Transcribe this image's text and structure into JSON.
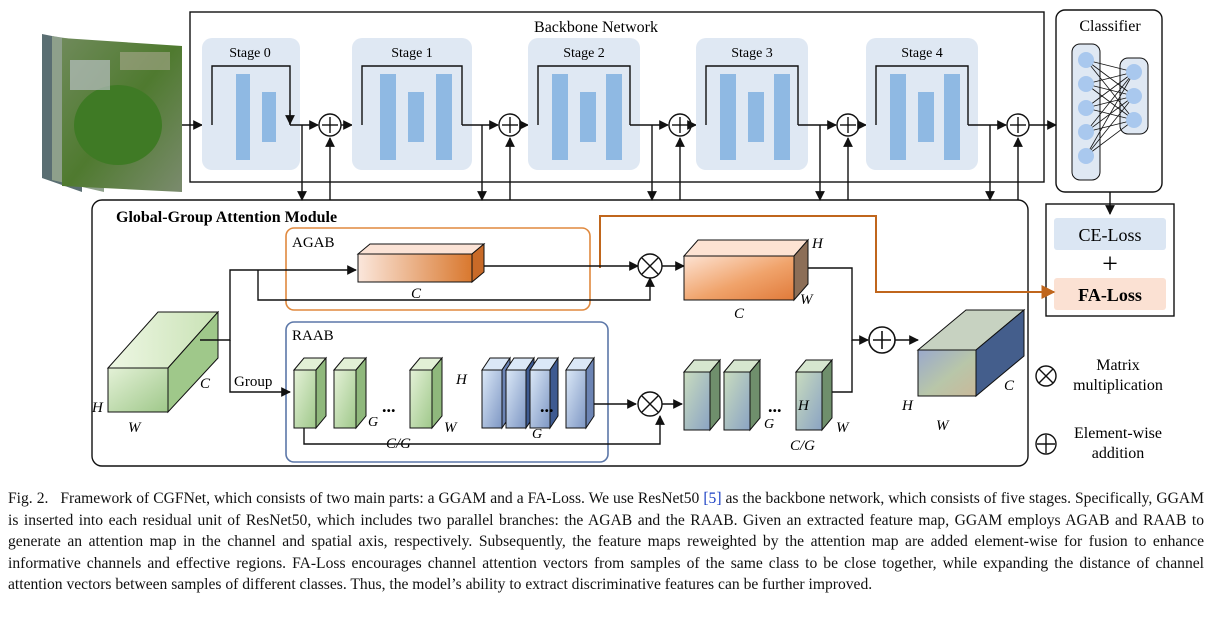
{
  "figure": {
    "backbone_title": "Backbone Network",
    "stages": [
      "Stage 0",
      "Stage 1",
      "Stage 2",
      "Stage 3",
      "Stage 4"
    ],
    "classifier_title": "Classifier",
    "ce_loss": "CE-Loss",
    "plus": "+",
    "fa_loss": "FA-Loss",
    "ggam_title": "Global-Group Attention Module",
    "agab": "AGAB",
    "raab": "RAAB",
    "group": "Group",
    "dim_c": "C",
    "dim_h": "H",
    "dim_w": "W",
    "dim_g": "G",
    "dim_cg": "C/G",
    "dots": "...",
    "legend_matrix_line1": "Matrix",
    "legend_matrix_line2": "multiplication",
    "legend_element_line1": "Element-wise",
    "legend_element_line2": "addition",
    "colors": {
      "stage_bg": "#dfe8f3",
      "stage_bar": "#8fb9e3",
      "agab_border": "#e0893e",
      "raab_border": "#5c77a8",
      "fa_arrow": "#c0661c",
      "ce_bg": "#dbe6f3",
      "fa_bg": "#fbe1d3",
      "node": "#a9c8ee"
    }
  },
  "caption": {
    "label": "Fig. 2.",
    "text_before_ref": "Framework of CGFNet, which consists of two main parts: a GGAM and a FA-Loss. We use ResNet50 ",
    "ref": "[5]",
    "text_after_ref": " as the backbone network, which consists of five stages. Specifically, GGAM is inserted into each residual unit of ResNet50, which includes two parallel branches: the AGAB and the RAAB. Given an extracted feature map, GGAM employs AGAB and RAAB to generate an attention map in the channel and spatial axis, respectively. Subsequently, the feature maps reweighted by the attention map are added element-wise for fusion to enhance informative channels and effective regions. FA-Loss encourages channel attention vectors from samples of the same class to be close together, while expanding the distance of channel attention vectors between samples of different classes. Thus, the model’s ability to extract discriminative features can be further improved."
  }
}
